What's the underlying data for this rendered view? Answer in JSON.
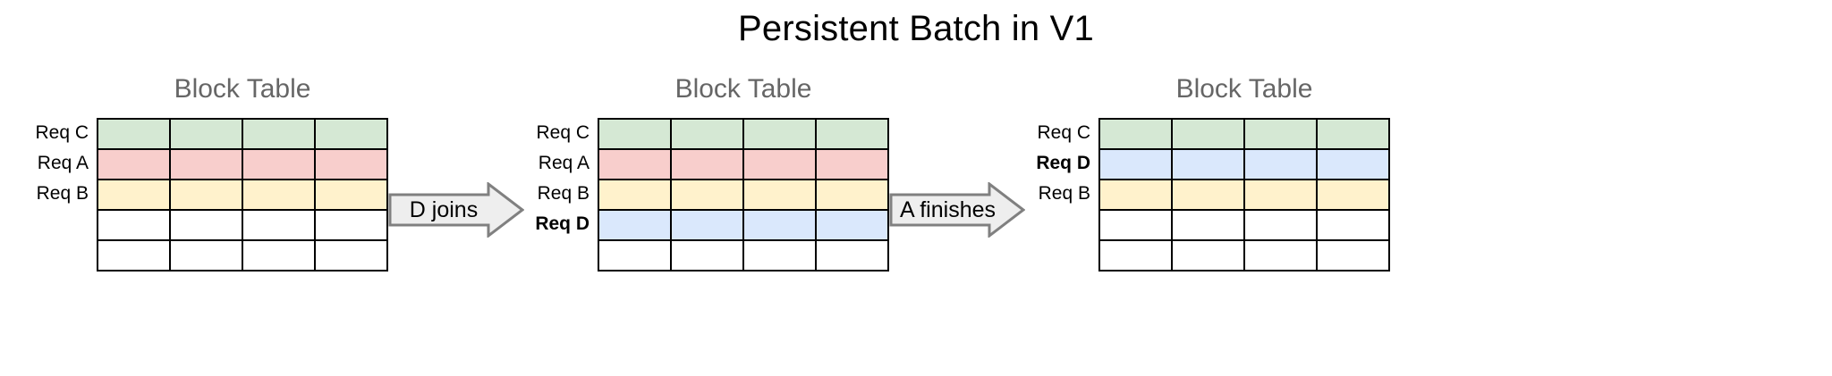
{
  "title": "Persistent Batch in V1",
  "colors": {
    "green": "#d5e8d4",
    "pink": "#f8cecc",
    "yellow": "#fff2cc",
    "blue": "#dae8fc",
    "empty": "#ffffff",
    "border": "#000000",
    "panel_title": "#666666",
    "arrow_fill": "#eeeeee",
    "arrow_stroke": "#808080",
    "title_color": "#000000"
  },
  "grid": {
    "rows": 5,
    "columns": 4
  },
  "panels": [
    {
      "title": "Block Table",
      "rows": [
        {
          "label": "Req C",
          "bold": false,
          "color": "#d5e8d4",
          "filled": true
        },
        {
          "label": "Req A",
          "bold": false,
          "color": "#f8cecc",
          "filled": true
        },
        {
          "label": "Req B",
          "bold": false,
          "color": "#fff2cc",
          "filled": true
        },
        {
          "label": "",
          "bold": false,
          "color": "#ffffff",
          "filled": false
        },
        {
          "label": "",
          "bold": false,
          "color": "#ffffff",
          "filled": false
        }
      ]
    },
    {
      "title": "Block Table",
      "rows": [
        {
          "label": "Req C",
          "bold": false,
          "color": "#d5e8d4",
          "filled": true
        },
        {
          "label": "Req A",
          "bold": false,
          "color": "#f8cecc",
          "filled": true
        },
        {
          "label": "Req B",
          "bold": false,
          "color": "#fff2cc",
          "filled": true
        },
        {
          "label": "Req D",
          "bold": true,
          "color": "#dae8fc",
          "filled": true
        },
        {
          "label": "",
          "bold": false,
          "color": "#ffffff",
          "filled": false
        }
      ]
    },
    {
      "title": "Block Table",
      "rows": [
        {
          "label": "Req C",
          "bold": false,
          "color": "#d5e8d4",
          "filled": true
        },
        {
          "label": "Req D",
          "bold": true,
          "color": "#dae8fc",
          "filled": true
        },
        {
          "label": "Req B",
          "bold": false,
          "color": "#fff2cc",
          "filled": true
        },
        {
          "label": "",
          "bold": false,
          "color": "#ffffff",
          "filled": false
        },
        {
          "label": "",
          "bold": false,
          "color": "#ffffff",
          "filled": false
        }
      ]
    }
  ],
  "arrows": [
    {
      "label": "D joins",
      "direction": "right"
    },
    {
      "label": "A finishes",
      "direction": "right"
    }
  ]
}
